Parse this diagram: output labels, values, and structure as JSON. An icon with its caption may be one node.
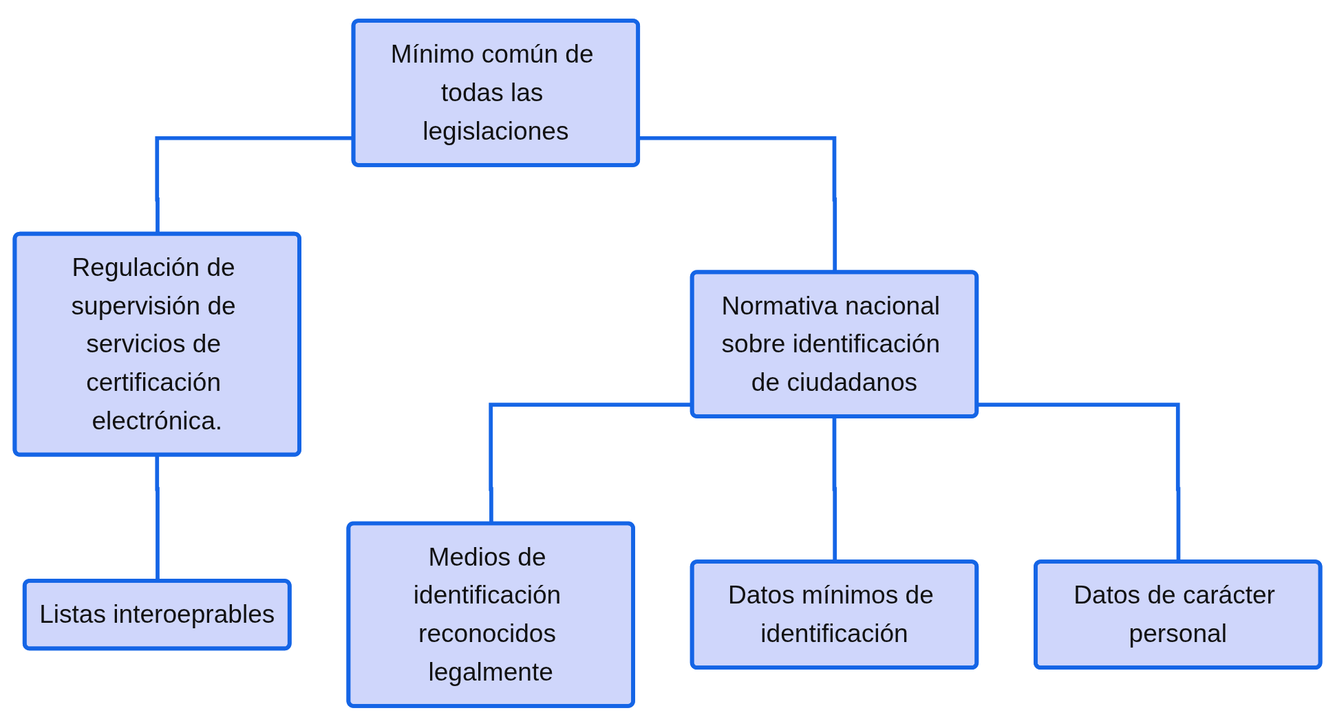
{
  "diagram": {
    "nodes": [
      {
        "text": [
          "Mínimo común de todas las legislaciones"
        ]
      },
      {
        "text": [
          "Regulación de supervisión de servicios de certificación electrónica."
        ]
      },
      {
        "text": [
          "Normativa nacional sobre identificación de ciudadanos"
        ]
      },
      {
        "text": [
          "Listas interoeprables"
        ]
      },
      {
        "text": [
          "Medios de identificación reconocidos legalmente"
        ]
      },
      {
        "text": [
          "Datos mínimos de identificación"
        ]
      },
      {
        "text": [
          "Datos de carácter personal"
        ]
      }
    ],
    "edges": [
      {
        "from": 0,
        "to": 1,
        "arrow": "none"
      },
      {
        "from": 0,
        "to": 2,
        "arrow": "none"
      },
      {
        "from": 1,
        "to": 3,
        "arrow": "none"
      },
      {
        "from": 2,
        "to": 4,
        "arrow": "none"
      },
      {
        "from": 2,
        "to": 5,
        "arrow": "none"
      },
      {
        "from": 2,
        "to": 6,
        "arrow": "none"
      }
    ]
  }
}
